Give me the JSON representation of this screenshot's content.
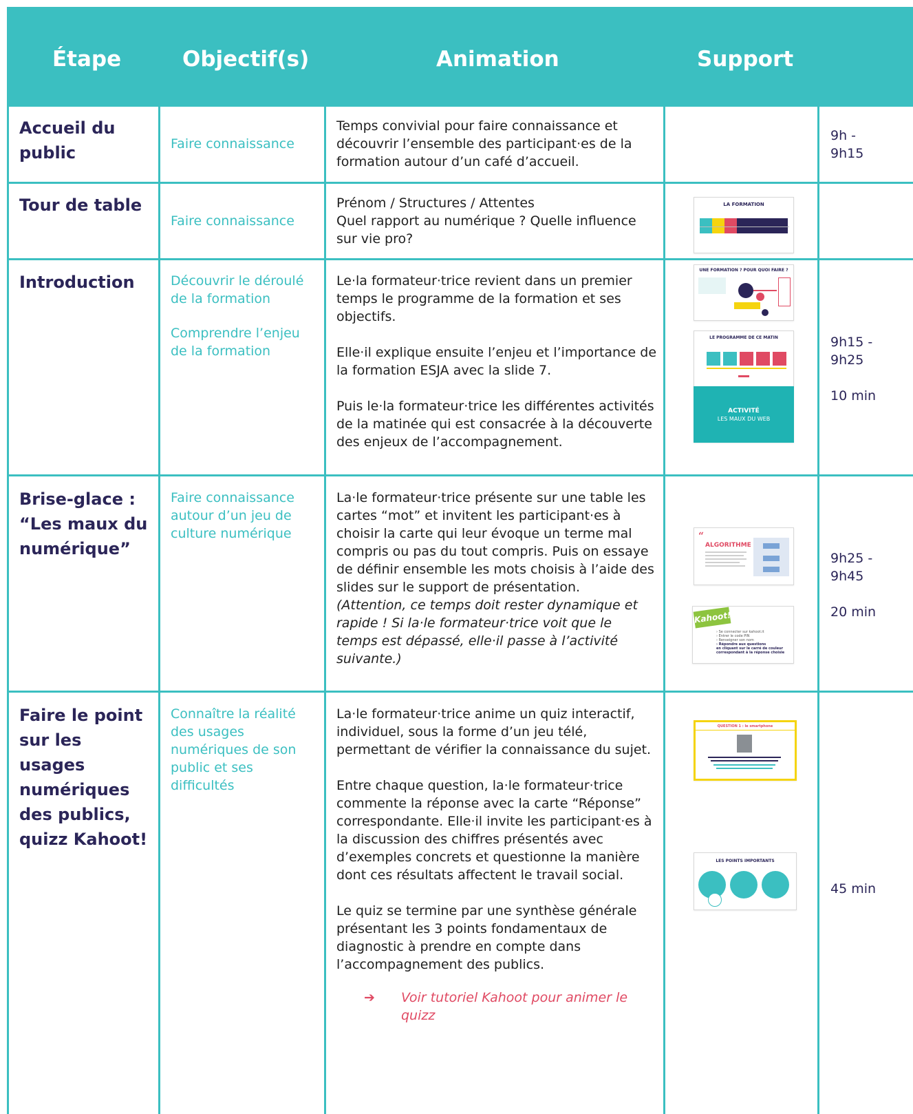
{
  "header": {
    "etape": "Étape",
    "objectifs": "Objectif(s)",
    "animation": "Animation",
    "support": "Support"
  },
  "rows": [
    {
      "etape": "Accueil du public",
      "objectif": "Faire connaissance",
      "animation": "Temps convivial pour faire connaissance et découvrir l’ensemble des participant·es de la formation autour d’un café d’accueil.",
      "horaire": "9h - 9h15"
    },
    {
      "etape": "Tour de table",
      "objectif": "Faire connaissance",
      "animation": "Prénom / Structures / Attentes\nQuel rapport au numérique ? Quelle influence sur vie pro?",
      "support_title": "LA FORMATION"
    },
    {
      "etape": "Introduction",
      "objectif_1": "Découvrir le déroulé de la formation",
      "objectif_2": "Comprendre l’enjeu de la formation",
      "animation_1": "Le·la formateur·trice revient dans un premier temps le programme de la formation et ses objectifs.",
      "animation_2": "Elle·il explique ensuite l’enjeu et l’importance de la formation ESJA avec la slide 7.",
      "animation_3": "Puis le·la formateur·trice les différentes activités de la matinée qui est consacrée à la découverte des enjeux de l’accompagnement.",
      "horaire": "9h15 - 9h25",
      "duree": "10 min",
      "support_1_title": "UNE FORMATION ? POUR QUOI FAIRE ?",
      "support_2_title": "LE PROGRAMME DE CE MATIN",
      "support_3_title": "ACTIVITÉ",
      "support_3_sub": "LES MAUX DU WEB"
    },
    {
      "etape": "Brise-glace : “Les maux du numérique”",
      "objectif": "Faire connaissance autour d’un jeu de culture numérique",
      "animation": "La·le formateur·trice présente sur une table les cartes “mot” et invitent les participant·es à choisir la carte qui leur évoque un terme mal compris ou pas du tout compris. Puis on essaye de définir ensemble les mots choisis à l’aide des slides sur le support de présentation.",
      "animation_note": "(Attention, ce temps doit rester dynamique et rapide ! Si la·le formateur·trice voit que le temps est dépassé, elle·il passe à l’activité suivante.)",
      "horaire": "9h25 - 9h45",
      "duree": "20 min",
      "support_1_title": "ALGORITHME",
      "support_2_logo": "Kahoot!",
      "support_2_lines": [
        "› Se connecter sur kahoot.it",
        "› Entrer le code PIN",
        "› Renseigner son nom",
        "› Répondre aux questions",
        "en cliquant sur le carré de couleur",
        "correspondant à la réponse choisie"
      ]
    },
    {
      "etape": "Faire le point sur les usages numériques des publics, quizz Kahoot!",
      "objectif": "Connaître la réalité des usages numériques de son public et ses difficultés",
      "animation_1": "La·le formateur·trice anime un quiz interactif, individuel, sous la forme d’un jeu télé, permettant de vérifier la connaissance du sujet.",
      "animation_2": "Entre chaque question, la·le formateur·trice commente la réponse avec la carte “Réponse” correspondante. Elle·il invite les participant·es à la discussion des chiffres présentés avec d’exemples concrets et questionne la manière dont ces résultats affectent le travail social.",
      "animation_3": "Le quiz se termine par une synthèse générale présentant les 3 points fondamentaux de diagnostic à prendre en compte dans l’accompagnement des publics.",
      "link_arrow": "➔",
      "link_text": "Voir tutoriel Kahoot pour animer le quizz",
      "duree": "45 min",
      "support_1_title": "QUESTION 1 : le smartphone",
      "support_2_title": "LES POINTS IMPORTANTS"
    }
  ],
  "colors": {
    "teal": "#3bbfc1",
    "navy": "#2b2558",
    "pink": "#e04a63",
    "yellow": "#f5d40f"
  }
}
